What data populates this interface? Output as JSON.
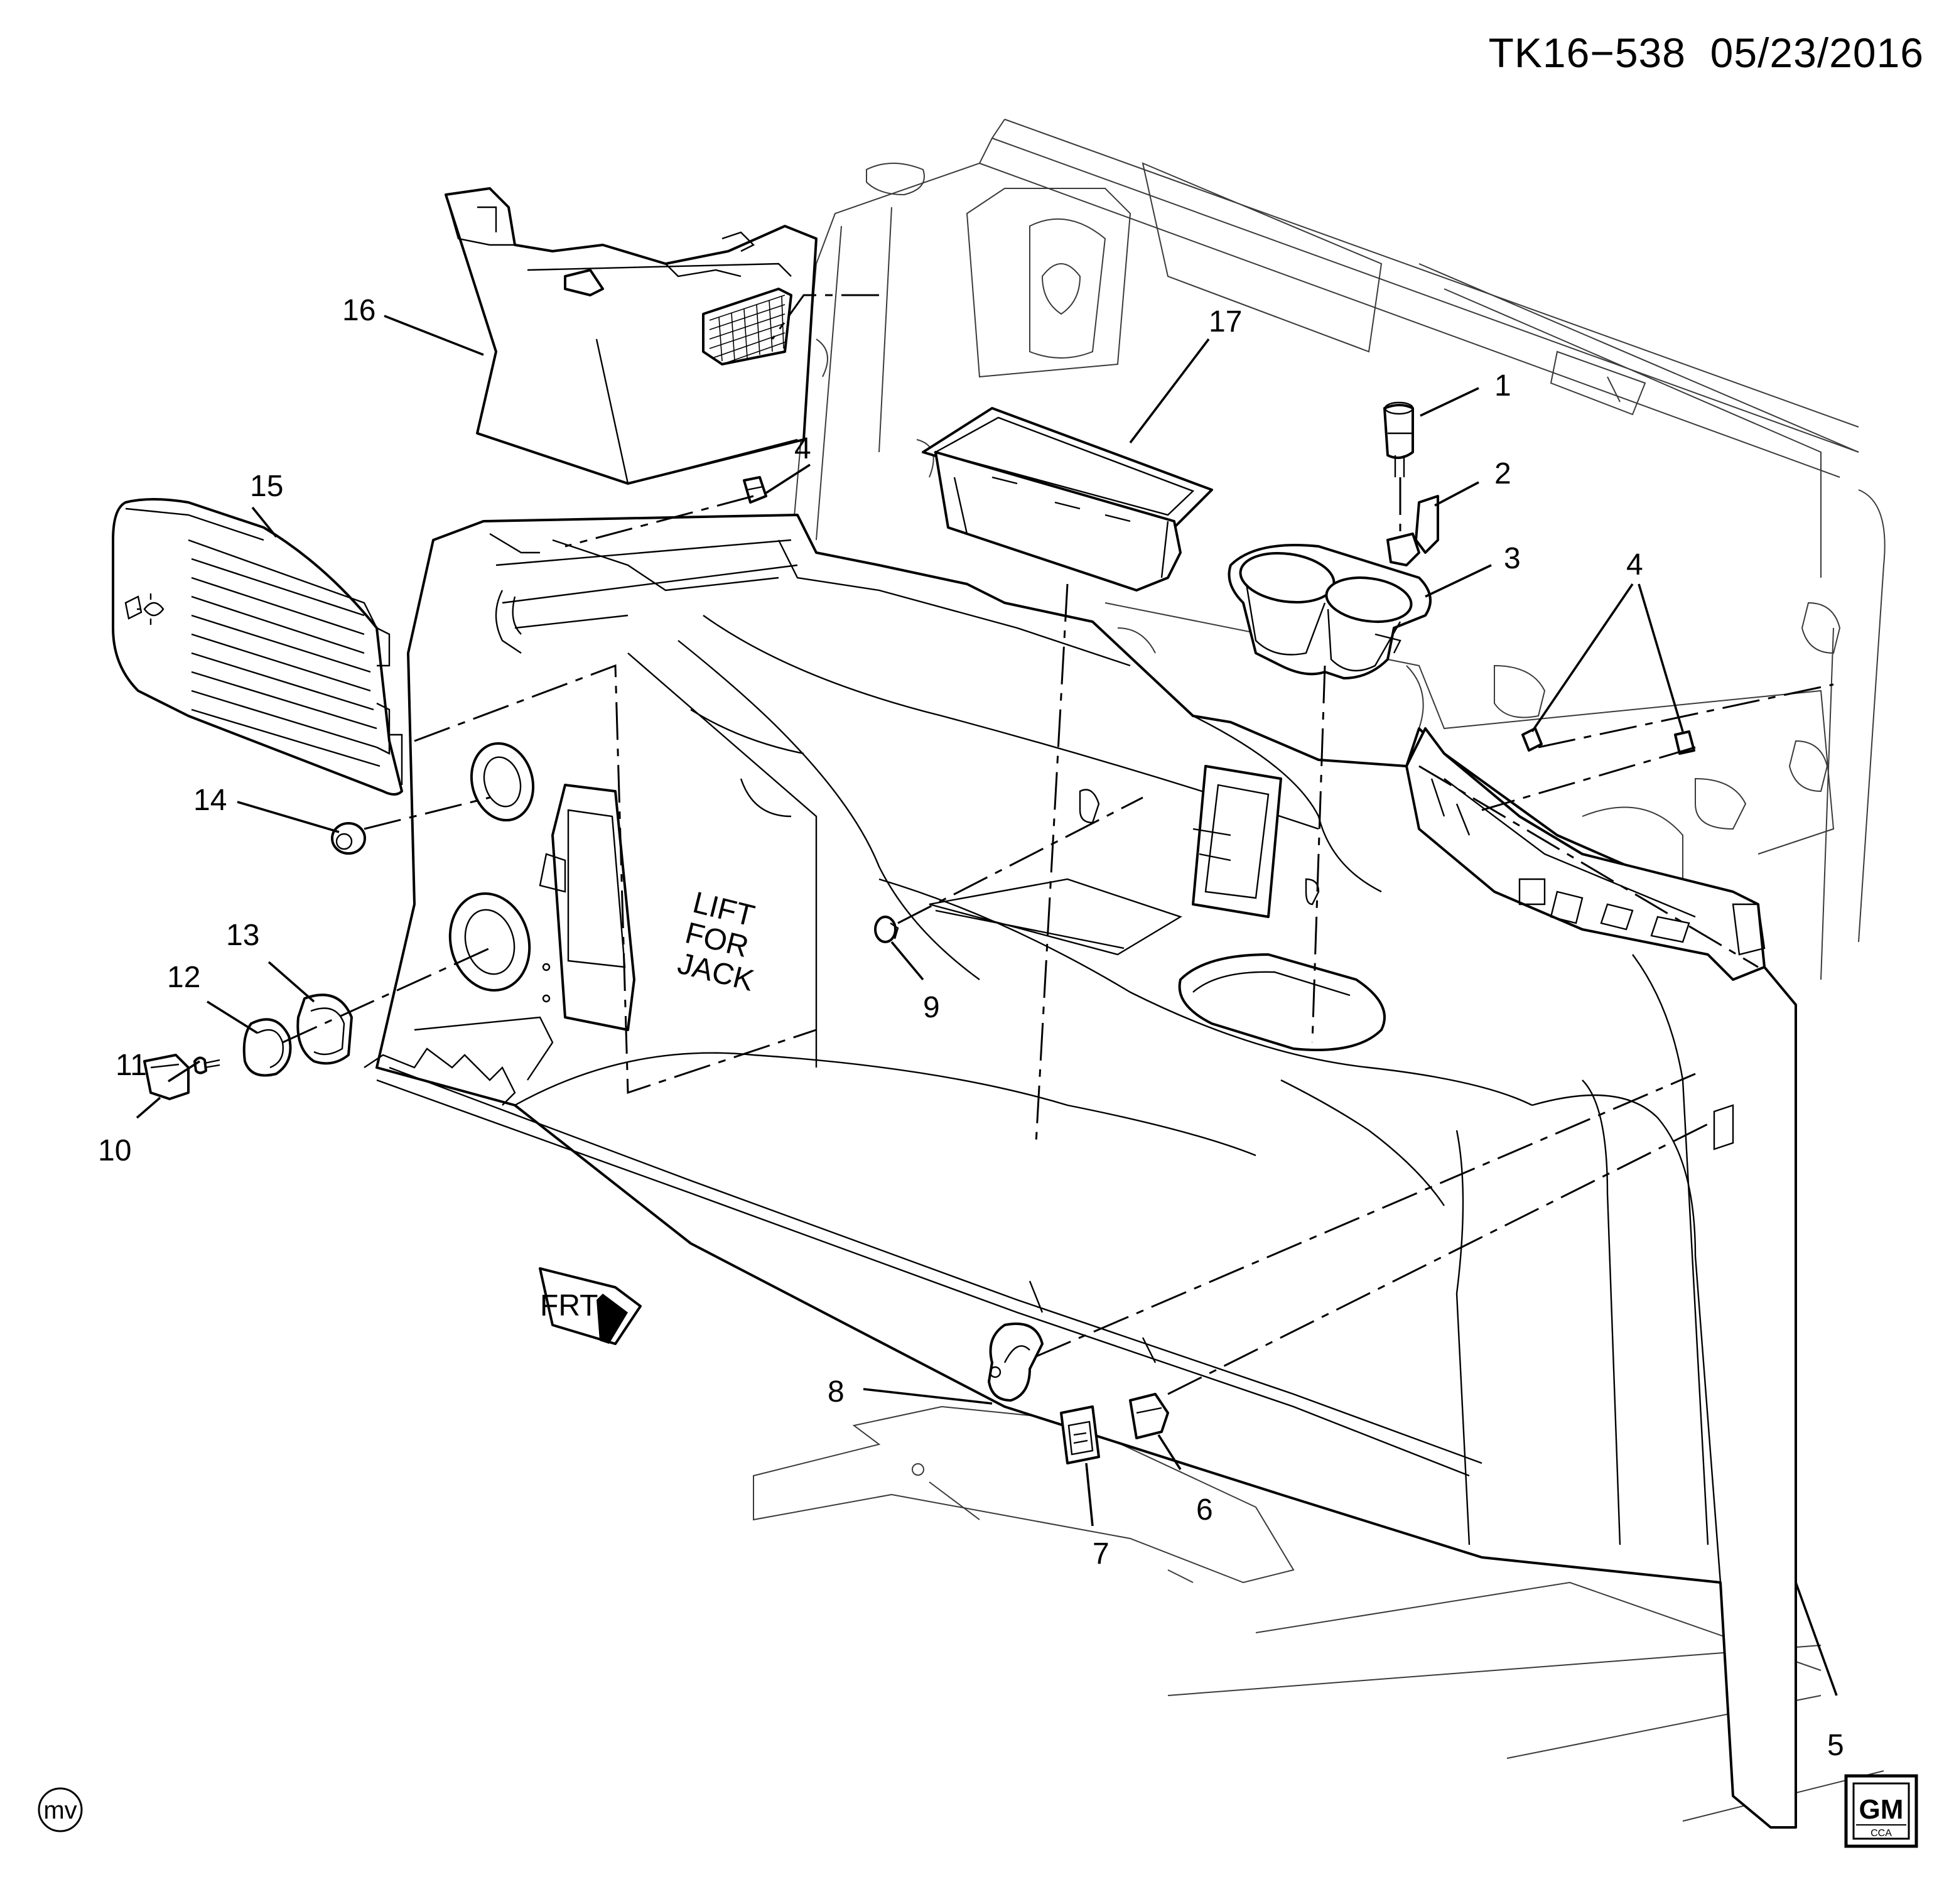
{
  "header": {
    "drawing_id": "TK16−538",
    "date": "05/23/2016"
  },
  "callouts": [
    "1",
    "2",
    "3",
    "4",
    "4",
    "4",
    "5",
    "6",
    "7",
    "8",
    "9",
    "10",
    "11",
    "12",
    "13",
    "14",
    "15",
    "16",
    "17"
  ],
  "stencil": {
    "line1": "LIFT",
    "line2": "FOR",
    "line3": "JACK"
  },
  "front_indicator": {
    "label": "FRT"
  },
  "marks": {
    "corner_badge": "mv",
    "logo_main": "GM",
    "logo_sub": "CCA"
  },
  "colors": {
    "line": "#000000",
    "background": "#ffffff"
  }
}
